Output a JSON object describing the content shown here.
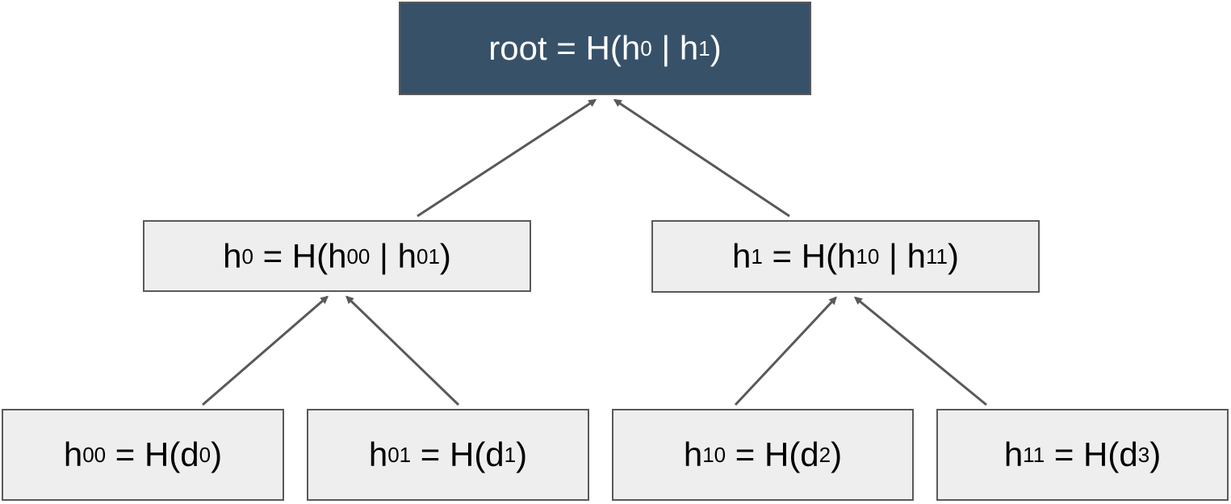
{
  "colors": {
    "root_fill": "#375169",
    "node_fill": "#eeeeee",
    "border": "#595959",
    "arrow": "#595959",
    "root_text": "#ffffff",
    "node_text": "#000000"
  },
  "nodes": {
    "root": {
      "parts": [
        {
          "t": "root = H(h"
        },
        {
          "s": "0"
        },
        {
          "t": " | h"
        },
        {
          "s": "1"
        },
        {
          "t": ")"
        }
      ]
    },
    "h0": {
      "parts": [
        {
          "t": "h"
        },
        {
          "s": "0"
        },
        {
          "t": " = H(h"
        },
        {
          "s": "00"
        },
        {
          "t": " | h"
        },
        {
          "s": "01"
        },
        {
          "t": ")"
        }
      ]
    },
    "h1": {
      "parts": [
        {
          "t": "h"
        },
        {
          "s": "1"
        },
        {
          "t": " = H(h"
        },
        {
          "s": "10"
        },
        {
          "t": " | h"
        },
        {
          "s": "11"
        },
        {
          "t": ")"
        }
      ]
    },
    "h00": {
      "parts": [
        {
          "t": "h"
        },
        {
          "s": "00"
        },
        {
          "t": " = H(d"
        },
        {
          "s": "0"
        },
        {
          "t": ")"
        }
      ]
    },
    "h01": {
      "parts": [
        {
          "t": "h"
        },
        {
          "s": "01"
        },
        {
          "t": " = H(d"
        },
        {
          "s": "1"
        },
        {
          "t": ")"
        }
      ]
    },
    "h10": {
      "parts": [
        {
          "t": "h"
        },
        {
          "s": "10"
        },
        {
          "t": " = H(d"
        },
        {
          "s": "2"
        },
        {
          "t": ")"
        }
      ]
    },
    "h11": {
      "parts": [
        {
          "t": "h"
        },
        {
          "s": "11"
        },
        {
          "t": " = H(d"
        },
        {
          "s": "3"
        },
        {
          "t": ")"
        }
      ]
    }
  },
  "edges": [
    {
      "from": "h0",
      "to": "root"
    },
    {
      "from": "h1",
      "to": "root"
    },
    {
      "from": "h00",
      "to": "h0"
    },
    {
      "from": "h01",
      "to": "h0"
    },
    {
      "from": "h10",
      "to": "h1"
    },
    {
      "from": "h11",
      "to": "h1"
    }
  ]
}
